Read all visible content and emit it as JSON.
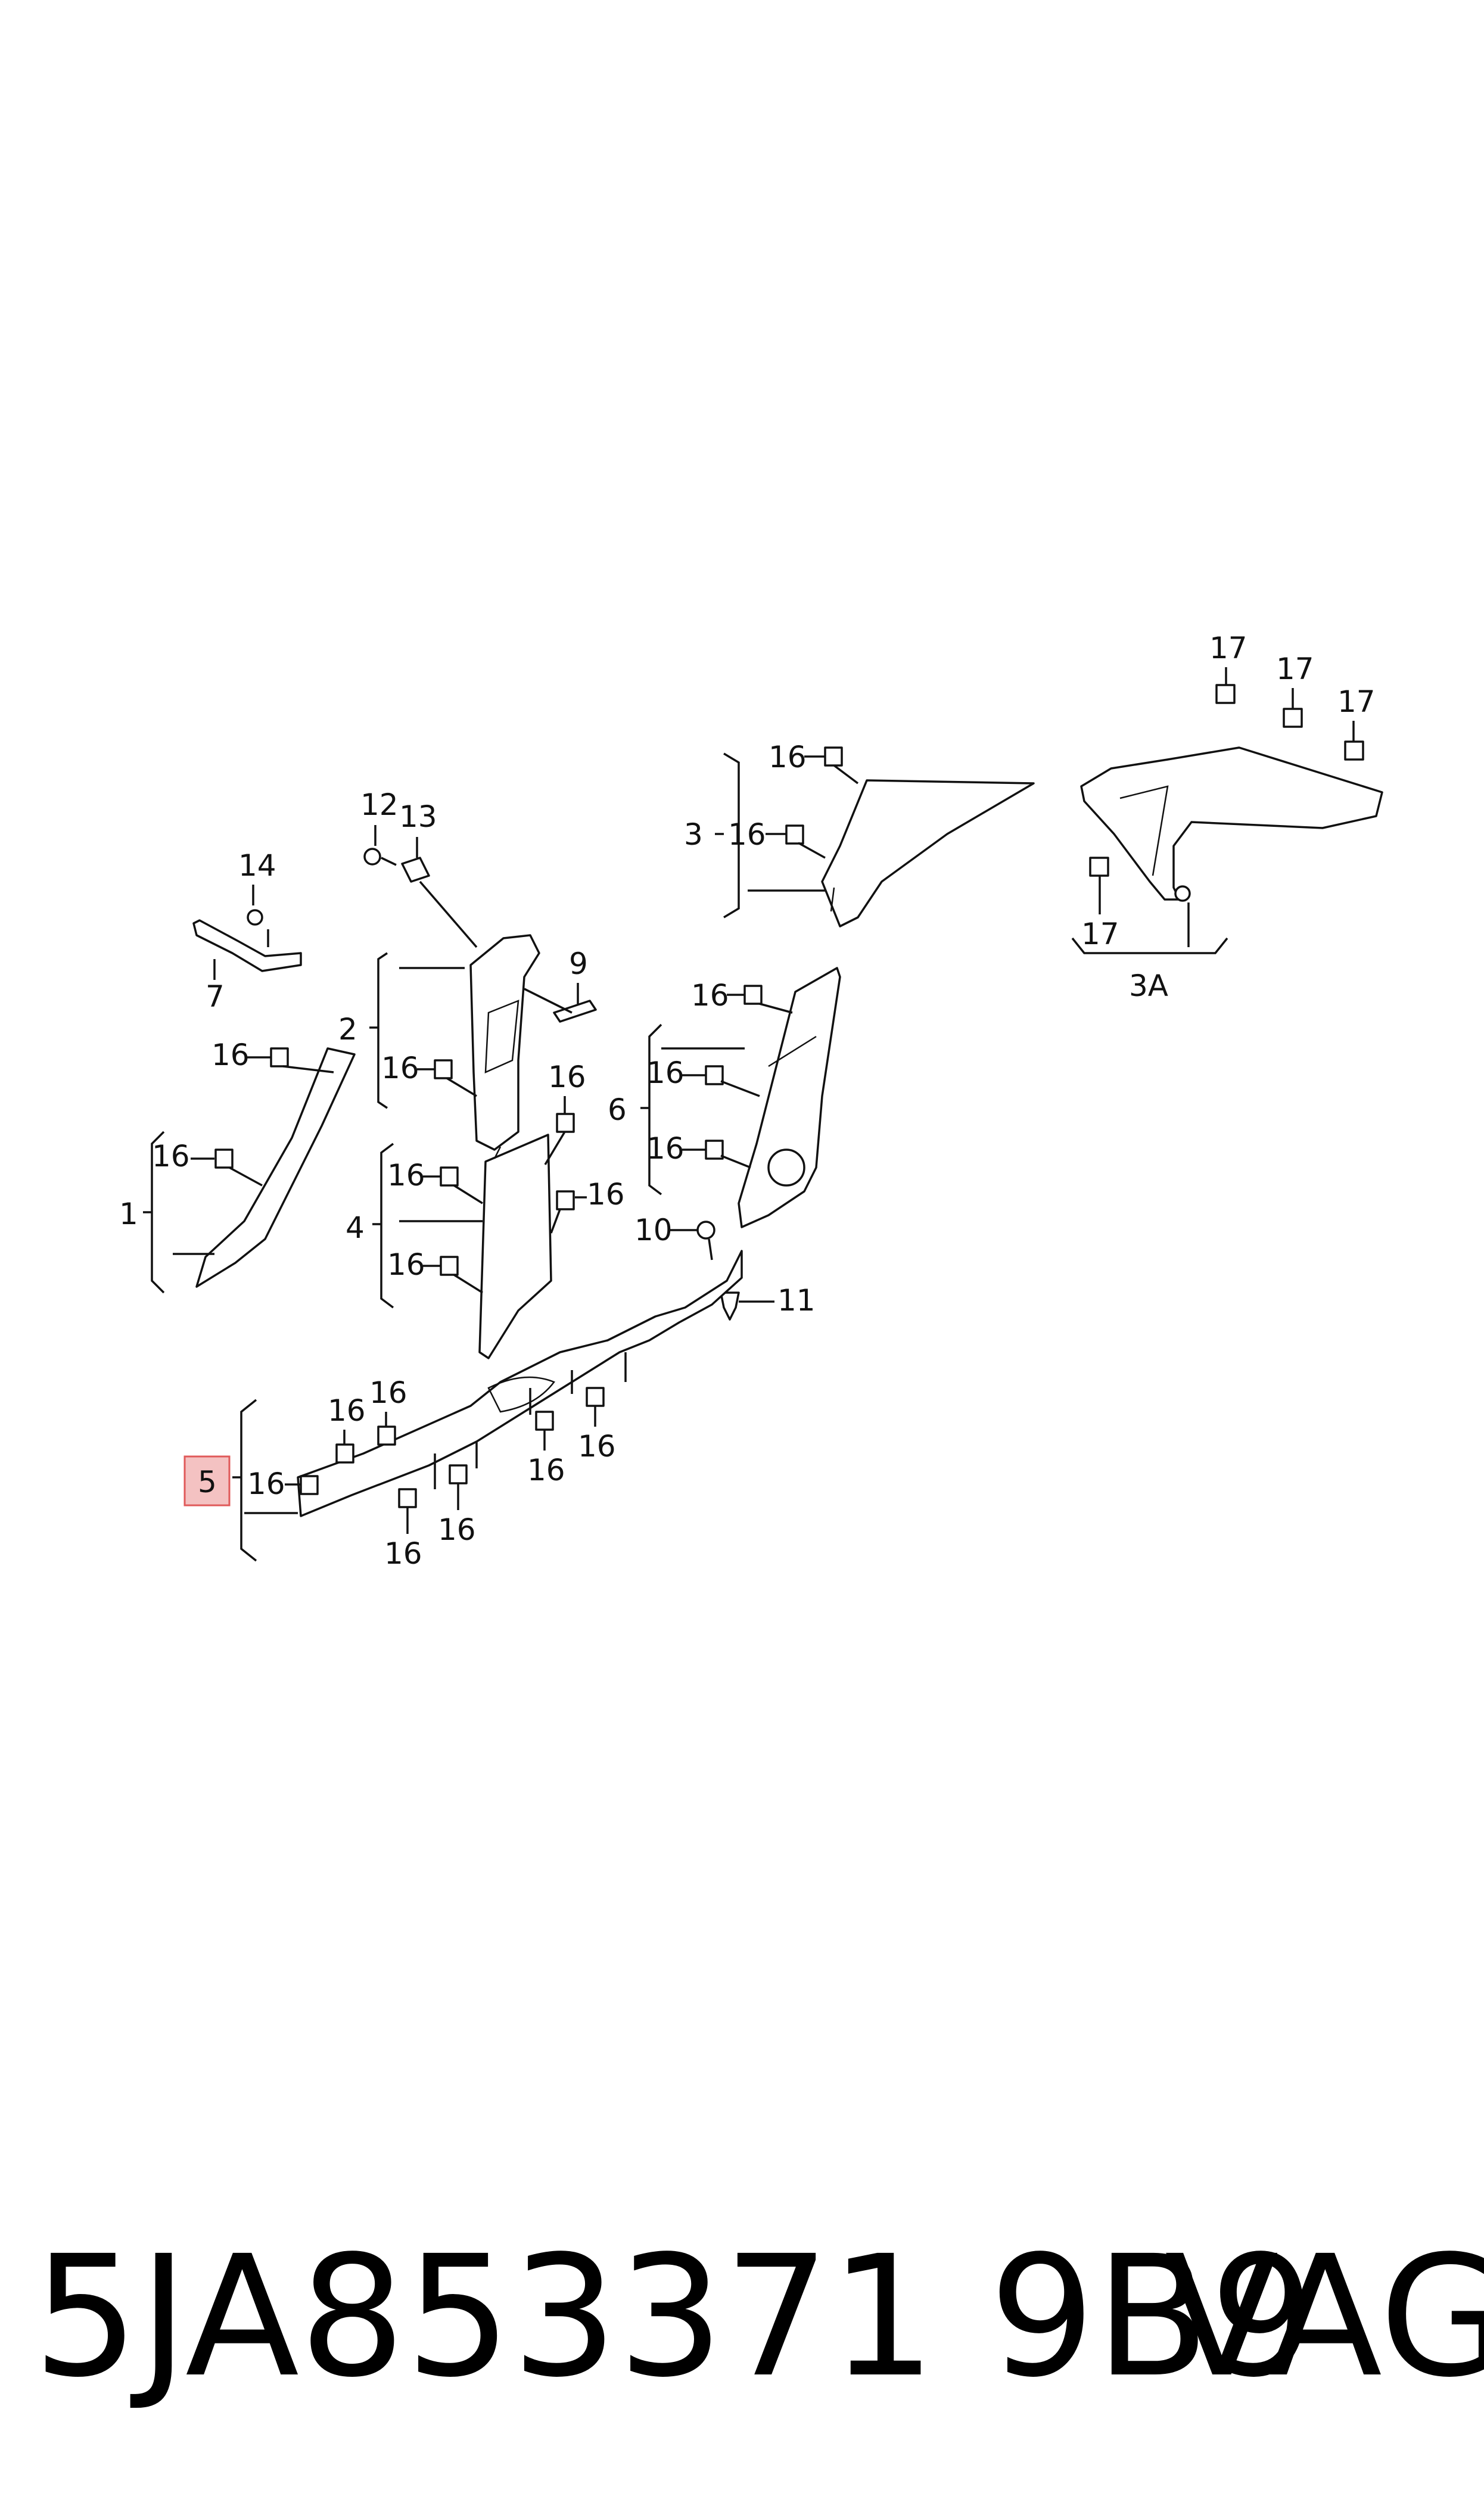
{
  "callouts": {
    "c1": "1",
    "c2": "2",
    "c3": "3",
    "c3a": "3A",
    "c4": "4",
    "c5": "5",
    "c6": "6",
    "c7": "7",
    "c9": "9",
    "c10": "10",
    "c11": "11",
    "c12": "12",
    "c13": "13",
    "c14": "14",
    "c16": "16",
    "c17": "17"
  },
  "highlight_color": "#f4c2c2",
  "highlight_border": "#e05a5a",
  "footer": {
    "part_number": "5JA853371 9B9",
    "brand": "VAG"
  }
}
